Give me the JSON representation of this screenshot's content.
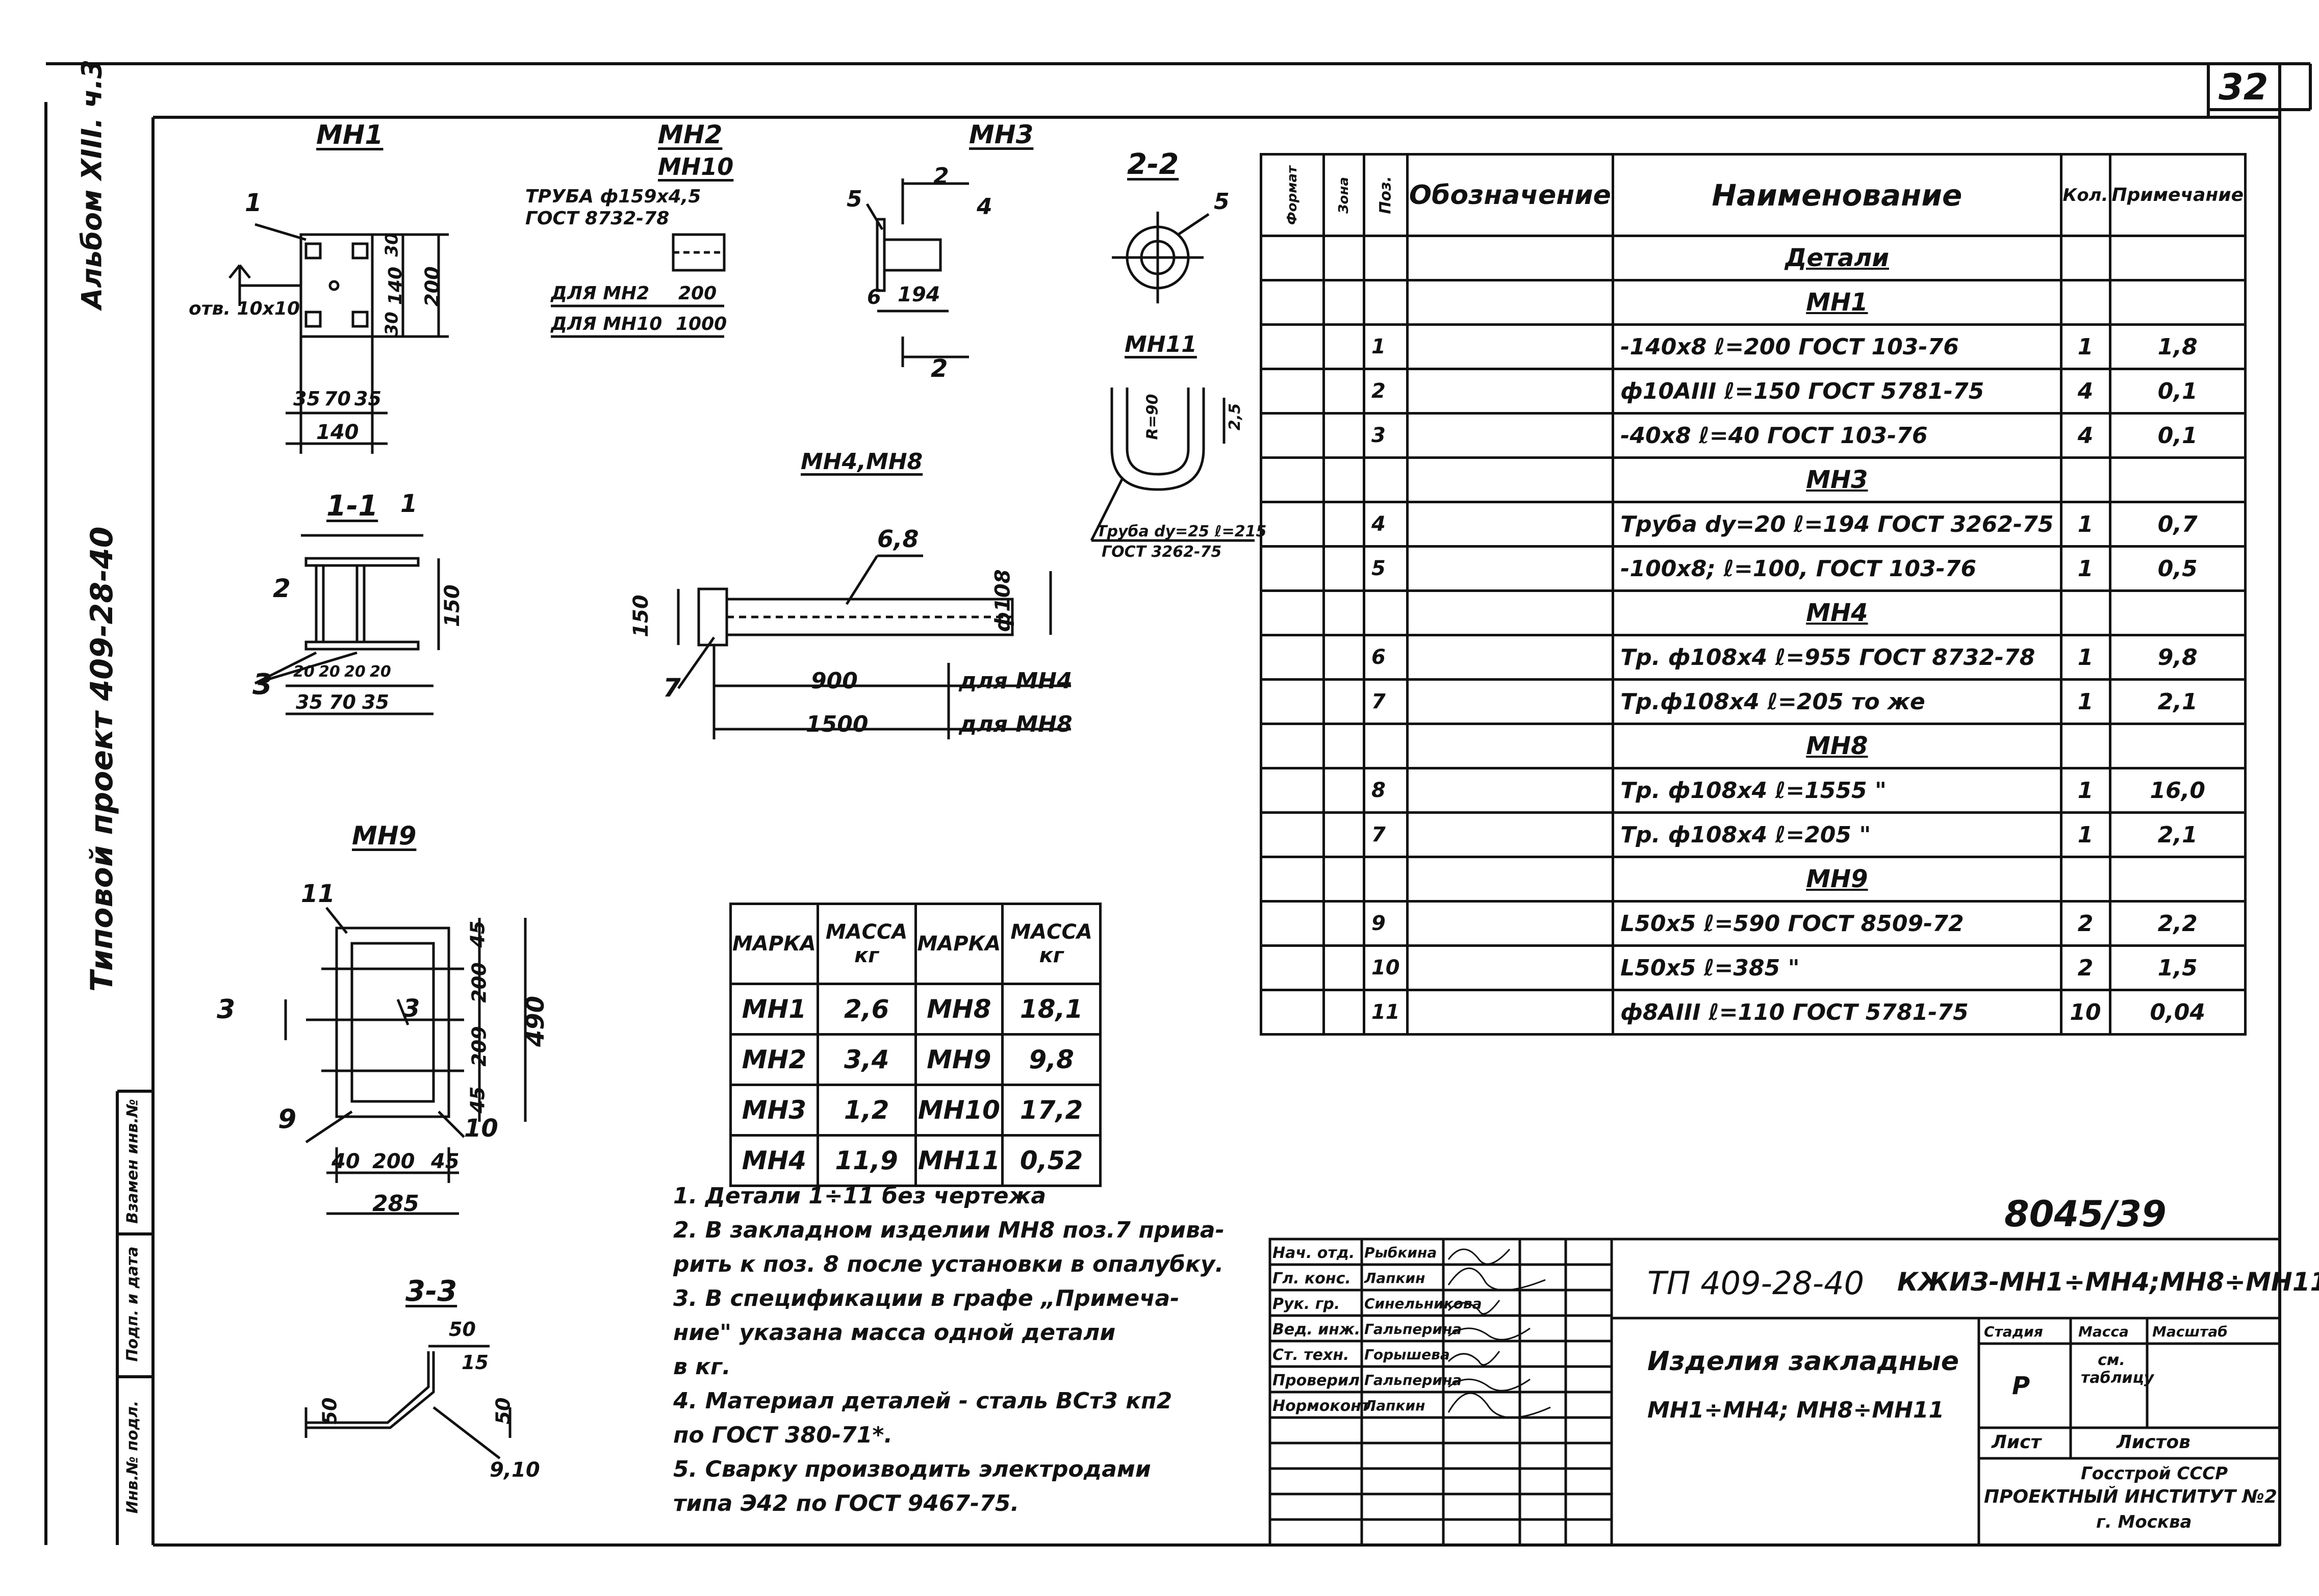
{
  "sheet_number": "32",
  "side_labels": {
    "album": "Альбом ХIII. ч.3",
    "project": "Типовой проект 409-28-40"
  },
  "binding_cells": [
    "Взамен инв.№",
    "Подп. и дата",
    "Инв.№ подл."
  ],
  "drawings": {
    "mn1_title": "МН1",
    "mn1_hole": "отв. 10х10",
    "mn1_dims": [
      "35",
      "70",
      "35",
      "140",
      "30",
      "140",
      "30",
      "200"
    ],
    "mn1_pos": "1",
    "mn2_title": "МН2",
    "mn10_title": "МН10",
    "mn2_pipe": "ТРУБА ф159х4,5",
    "mn2_gost": "ГОСТ 8732-78",
    "mn2_row1": "ДЛЯ МН2",
    "mn2_row1_val": "200",
    "mn2_row2": "ДЛЯ МН10",
    "mn2_row2_val": "1000",
    "mn3_title": "МН3",
    "mn3_dims": [
      "5",
      "4",
      "6",
      "194",
      "2",
      "2"
    ],
    "section22_title": "2-2",
    "section22_pos": "5",
    "mn11_title": "МН11",
    "mn11_r": "R=90",
    "mn11_dim": "2,5",
    "mn11_pipe": "Труба dу=25 ℓ=215",
    "mn11_gost": "ГОСТ 3262-75",
    "section11_title": "1-1",
    "section11_pos": [
      "1",
      "2",
      "3"
    ],
    "section11_dims": [
      "150",
      "20",
      "20",
      "20",
      "20",
      "35",
      "70",
      "35"
    ],
    "mn4_title": "МН4,МН8",
    "mn4_pos": [
      "6,8",
      "7"
    ],
    "mn4_dims": [
      "150",
      "ф108"
    ],
    "mn4_row1": "900",
    "mn4_row1_lbl": "для МН4",
    "mn4_row2": "1500",
    "mn4_row2_lbl": "для МН8",
    "mn9_title": "МН9",
    "mn9_pos": [
      "11",
      "9",
      "10",
      "3",
      "3"
    ],
    "mn9_dims_right": [
      "45",
      "200",
      "209",
      "45",
      "490"
    ],
    "mn9_dims_bottom": [
      "40",
      "200",
      "45",
      "285"
    ],
    "section33_title": "3-3",
    "section33_dims": [
      "50",
      "15",
      "50",
      "50",
      "9,10"
    ]
  },
  "mass_table": {
    "headers": [
      "МАРКА",
      "МАССА кг",
      "МАРКА",
      "МАССА кг"
    ],
    "rows": [
      [
        "МН1",
        "2,6",
        "МН8",
        "18,1"
      ],
      [
        "МН2",
        "3,4",
        "МН9",
        "9,8"
      ],
      [
        "МН3",
        "1,2",
        "МН10",
        "17,2"
      ],
      [
        "МН4",
        "11,9",
        "МН11",
        "0,52"
      ]
    ]
  },
  "spec_table": {
    "headers": [
      "Формат",
      "Зона",
      "Поз.",
      "Обозначение",
      "Наименование",
      "Кол.",
      "Примечание"
    ],
    "rows": [
      {
        "pos": "",
        "name": "Детали",
        "qty": "",
        "note": "",
        "heading": true
      },
      {
        "pos": "",
        "name": "МН1",
        "qty": "",
        "note": "",
        "heading": true
      },
      {
        "pos": "1",
        "name": "-140х8  ℓ=200 ГОСТ 103-76",
        "qty": "1",
        "note": "1,8"
      },
      {
        "pos": "2",
        "name": "ф10АIII  ℓ=150 ГОСТ 5781-75",
        "qty": "4",
        "note": "0,1"
      },
      {
        "pos": "3",
        "name": "-40х8  ℓ=40  ГОСТ 103-76",
        "qty": "4",
        "note": "0,1"
      },
      {
        "pos": "",
        "name": "МН3",
        "qty": "",
        "note": "",
        "heading": true
      },
      {
        "pos": "4",
        "name": "Труба dу=20 ℓ=194 ГОСТ 3262-75",
        "qty": "1",
        "note": "0,7"
      },
      {
        "pos": "5",
        "name": "-100х8; ℓ=100, ГОСТ 103-76",
        "qty": "1",
        "note": "0,5"
      },
      {
        "pos": "",
        "name": "МН4",
        "qty": "",
        "note": "",
        "heading": true
      },
      {
        "pos": "6",
        "name": "Тр. ф108х4 ℓ=955 ГОСТ 8732-78",
        "qty": "1",
        "note": "9,8"
      },
      {
        "pos": "7",
        "name": "Тр.ф108х4 ℓ=205  то же",
        "qty": "1",
        "note": "2,1"
      },
      {
        "pos": "",
        "name": "МН8",
        "qty": "",
        "note": "",
        "heading": true
      },
      {
        "pos": "8",
        "name": "Тр. ф108х4 ℓ=1555     \"",
        "qty": "1",
        "note": "16,0"
      },
      {
        "pos": "7",
        "name": "Тр. ф108х4 ℓ=205      \"",
        "qty": "1",
        "note": "2,1"
      },
      {
        "pos": "",
        "name": "МН9",
        "qty": "",
        "note": "",
        "heading": true
      },
      {
        "pos": "9",
        "name": "L50х5  ℓ=590 ГОСТ 8509-72",
        "qty": "2",
        "note": "2,2"
      },
      {
        "pos": "10",
        "name": "L50х5  ℓ=385     \"",
        "qty": "2",
        "note": "1,5"
      },
      {
        "pos": "11",
        "name": "ф8АIII  ℓ=110  ГОСТ 5781-75",
        "qty": "10",
        "note": "0,04"
      }
    ]
  },
  "notes": [
    "1. Детали 1÷11 без чертежа",
    "2. В закладном изделии МН8 поз.7 прива-",
    "рить к поз. 8 после установки в опалубку.",
    "3. В спецификации в графе „Примеча-",
    "ние\" указана масса одной детали",
    "в кг.",
    "4. Материал деталей - сталь ВСт3 кп2",
    "по ГОСТ 380-71*.",
    "5. Сварку производить электродами",
    "типа Э42 по ГОСТ 9467-75."
  ],
  "archive_number": "8045/39",
  "stamp": {
    "roles": [
      "Нач. отд.",
      "Гл. конс.",
      "Рук. гр.",
      "Вед. инж.",
      "Ст. техн.",
      "Проверил",
      "Нормоконт."
    ],
    "names": [
      "Рыбкина",
      "Лапкин",
      "Синельникова",
      "Гальперина",
      "Горышева",
      "Гальперина",
      "Лапкин"
    ],
    "code": "ТП 409-28-40",
    "designation": "КЖИЗ-МН1÷МН4;МН8÷МН11",
    "title_line1": "Изделия закладные",
    "title_line2": "МН1÷МН4; МН8÷МН11",
    "stage_hdr": "Стадия",
    "mass_hdr": "Масса",
    "scale_hdr": "Масштаб",
    "stage": "Р",
    "mass": "см. таблицу",
    "sheet_hdr": "Лист",
    "sheets_hdr": "Листов",
    "org1": "Госстрой СССР",
    "org2": "ПРОЕКТНЫЙ ИНСТИТУТ №2",
    "org3": "г. Москва"
  }
}
